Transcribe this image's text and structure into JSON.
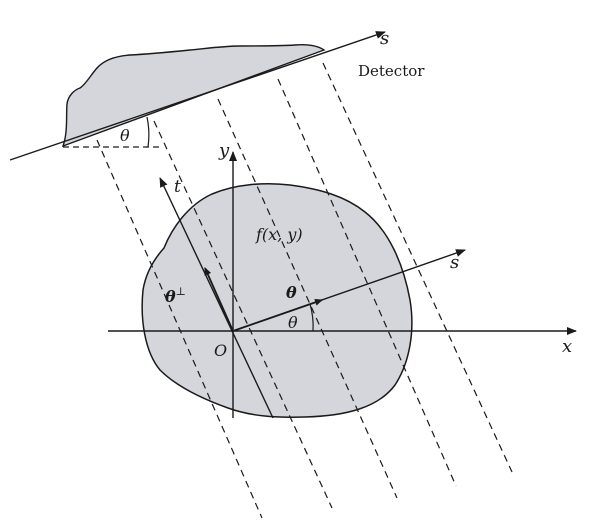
{
  "labels": {
    "s_top": "s",
    "detector": "Detector",
    "theta_detector": "θ",
    "y_axis": "y",
    "t_axis": "t",
    "function": "f(x, y)",
    "s_axis": "s",
    "theta_vec": "θ",
    "theta_perp": "θ",
    "perp_sup": "⊥",
    "theta_angle": "θ",
    "origin": "O",
    "x_axis": "x"
  },
  "colors": {
    "object_fill": "#d4d6db",
    "stroke": "#1a1a1a"
  }
}
